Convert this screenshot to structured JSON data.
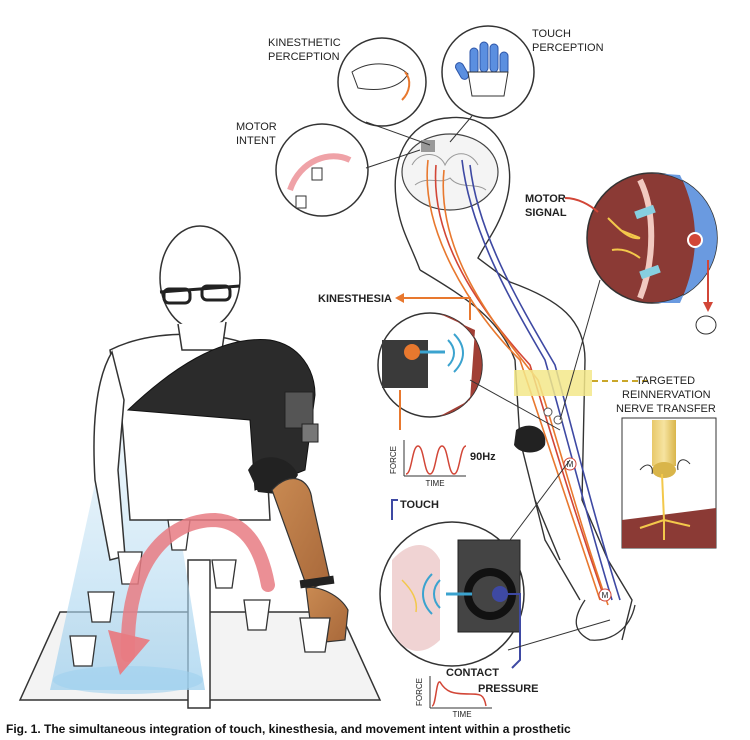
{
  "labels": {
    "kinesthetic_perception_1": "KINESTHETIC",
    "kinesthetic_perception_2": "PERCEPTION",
    "touch_perception_1": "TOUCH",
    "touch_perception_2": "PERCEPTION",
    "motor_intent_1": "MOTOR",
    "motor_intent_2": "INTENT",
    "motor_signal_1": "MOTOR",
    "motor_signal_2": "SIGNAL",
    "kinesthesia": "KINESTHESIA",
    "targeted_1": "TARGETED",
    "targeted_2": "REINNERVATION",
    "targeted_3": "NERVE TRANSFER",
    "touch": "TOUCH",
    "contact": "CONTACT",
    "pressure": "PRESSURE",
    "m_marker": "M"
  },
  "kinesthesia_plot": {
    "ylabel": "FORCE",
    "xlabel": "TIME",
    "freq": "90Hz"
  },
  "touch_plot": {
    "ylabel": "FORCE",
    "xlabel": "TIME"
  },
  "caption": "Fig. 1. The simultaneous integration of touch, kinesthesia, and movement intent within a prosthetic"
}
